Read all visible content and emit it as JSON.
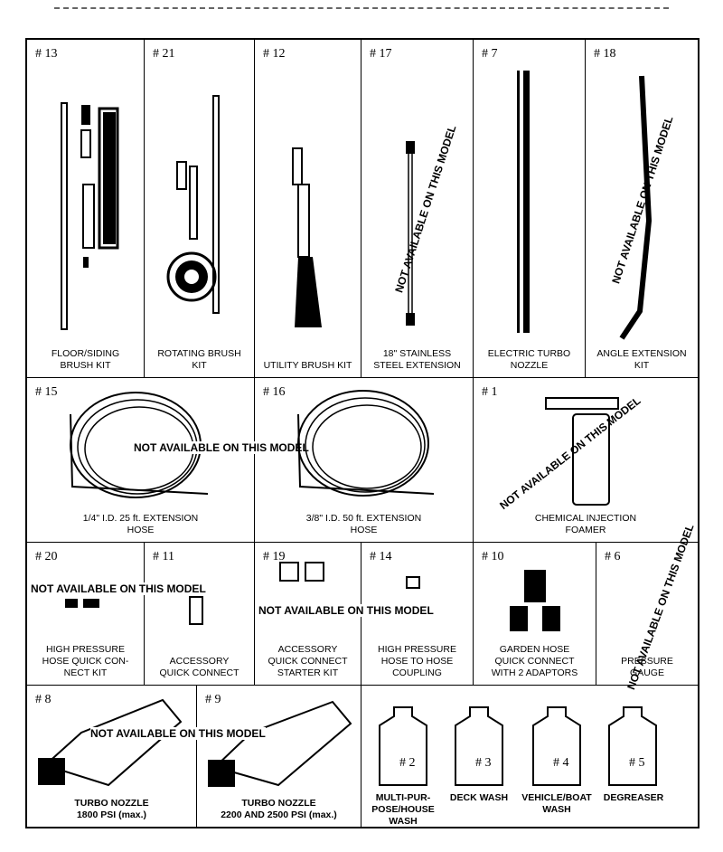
{
  "na_text": "NOT AVAILABLE ON THIS MODEL",
  "row1": [
    {
      "num": "# 13",
      "caption": "FLOOR/SIDING\nBRUSH KIT"
    },
    {
      "num": "# 21",
      "caption": "ROTATING BRUSH\nKIT"
    },
    {
      "num": "# 12",
      "caption": "UTILITY BRUSH KIT"
    },
    {
      "num": "# 17",
      "caption": "18\" STAINLESS\nSTEEL EXTENSION"
    },
    {
      "num": "# 7",
      "caption": "ELECTRIC TURBO\nNOZZLE"
    },
    {
      "num": "# 18",
      "caption": "ANGLE EXTENSION\nKIT"
    }
  ],
  "row2": [
    {
      "num": "# 15",
      "caption": "1/4\" I.D. 25 ft. EXTENSION\nHOSE"
    },
    {
      "num": "# 16",
      "caption": "3/8\" I.D. 50 ft. EXTENSION\nHOSE"
    },
    {
      "num": "# 1",
      "caption": "CHEMICAL INJECTION\nFOAMER"
    }
  ],
  "row3": [
    {
      "num": "# 20",
      "caption": "HIGH PRESSURE\nHOSE QUICK CON-\nNECT KIT"
    },
    {
      "num": "# 11",
      "caption": "ACCESSORY\nQUICK CONNECT"
    },
    {
      "num": "# 19",
      "caption": "ACCESSORY\nQUICK CONNECT\nSTARTER KIT"
    },
    {
      "num": "# 14",
      "caption": "HIGH PRESSURE\nHOSE TO HOSE\nCOUPLING"
    },
    {
      "num": "# 10",
      "caption": "GARDEN HOSE\nQUICK CONNECT\nWITH 2 ADAPTORS"
    },
    {
      "num": "# 6",
      "caption": "PRESSURE\nGAUGE"
    }
  ],
  "row4_nozzles": [
    {
      "num": "# 8",
      "caption": "TURBO NOZZLE\n1800 PSI (max.)"
    },
    {
      "num": "# 9",
      "caption": "TURBO NOZZLE\n2200 AND 2500 PSI (max.)"
    }
  ],
  "row4_jugs": [
    {
      "num": "# 2",
      "caption": "MULTI-PUR-\nPOSE/HOUSE\nWASH"
    },
    {
      "num": "# 3",
      "caption": "DECK WASH"
    },
    {
      "num": "# 4",
      "caption": "VEHICLE/BOAT\nWASH"
    },
    {
      "num": "# 5",
      "caption": "DEGREASER"
    }
  ]
}
